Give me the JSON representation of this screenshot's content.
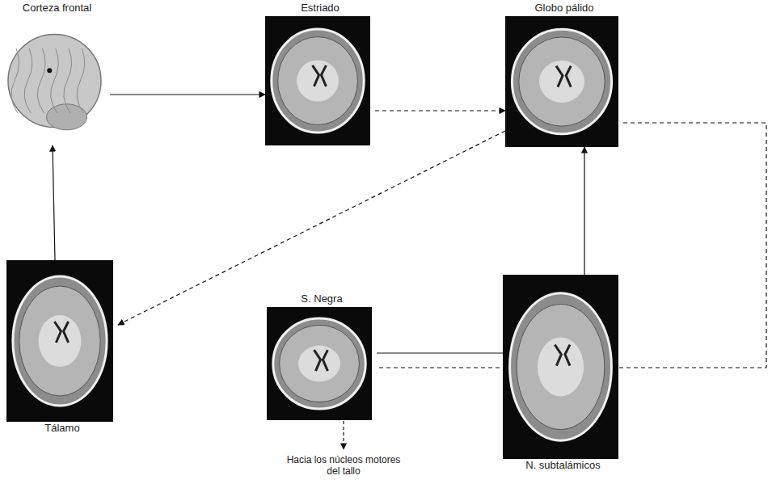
{
  "diagram": {
    "nodes": [
      {
        "text": [
          "Corteza frontal"
        ]
      },
      {
        "text": [
          "Estriado"
        ]
      },
      {
        "text": [
          "Globo pálido"
        ]
      },
      {
        "text": [
          "Tálamo"
        ]
      },
      {
        "text": [
          "S. Negra"
        ]
      },
      {
        "text": [
          "N. subtalámicos"
        ]
      }
    ],
    "edges": [
      {
        "from": 0,
        "to": 1,
        "arrow": "to"
      },
      {
        "from": 1,
        "to": 2,
        "arrow": "to"
      },
      {
        "from": 2,
        "to": 3,
        "arrow": "to"
      },
      {
        "from": 3,
        "to": 0,
        "arrow": "to"
      },
      {
        "from": 5,
        "to": 2,
        "arrow": "to"
      },
      {
        "from": 5,
        "to": 4,
        "arrow": "none"
      },
      {
        "from": 2,
        "to": 4,
        "arrow": "none"
      }
    ],
    "labels": [
      "Hacia los núcleos motores del tallo"
    ]
  }
}
